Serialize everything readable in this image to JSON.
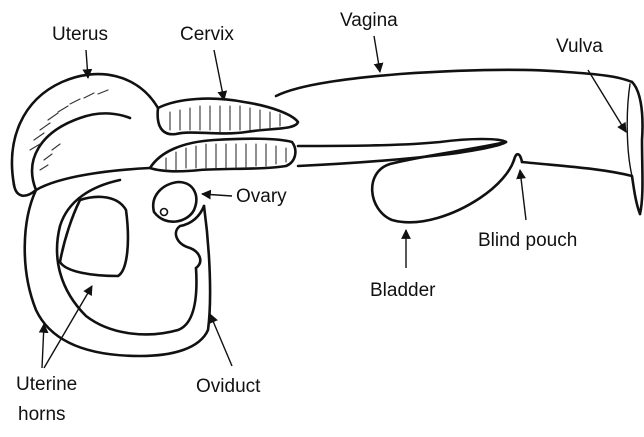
{
  "labels": {
    "uterus": "Uterus",
    "cervix": "Cervix",
    "vagina": "Vagina",
    "vulva": "Vulva",
    "ovary": "Ovary",
    "blind_pouch": "Blind pouch",
    "bladder": "Bladder",
    "uterine_horns_line1": "Uterine",
    "uterine_horns_line2": "horns",
    "oviduct": "Oviduct"
  },
  "colors": {
    "ink": "#111111",
    "background": "#ffffff"
  }
}
